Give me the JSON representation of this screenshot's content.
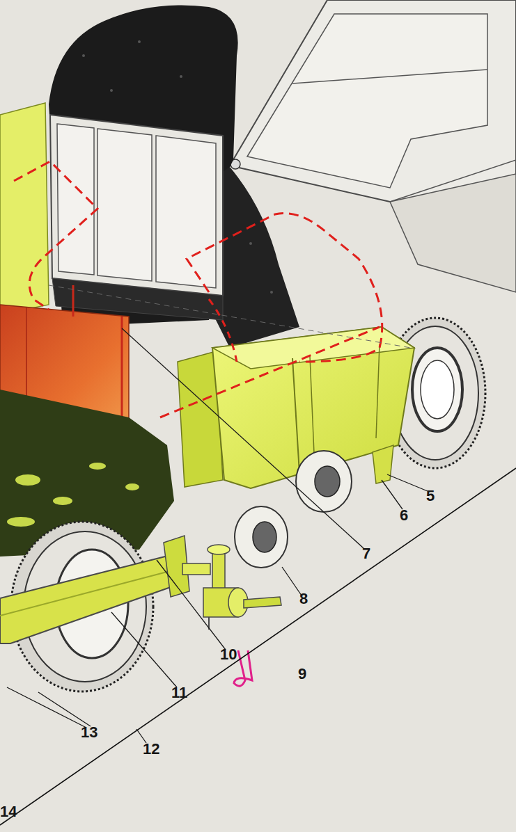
{
  "diagram": {
    "labels": [
      "5",
      "6",
      "7",
      "8",
      "9",
      "10",
      "11",
      "12",
      "13",
      "14"
    ]
  }
}
